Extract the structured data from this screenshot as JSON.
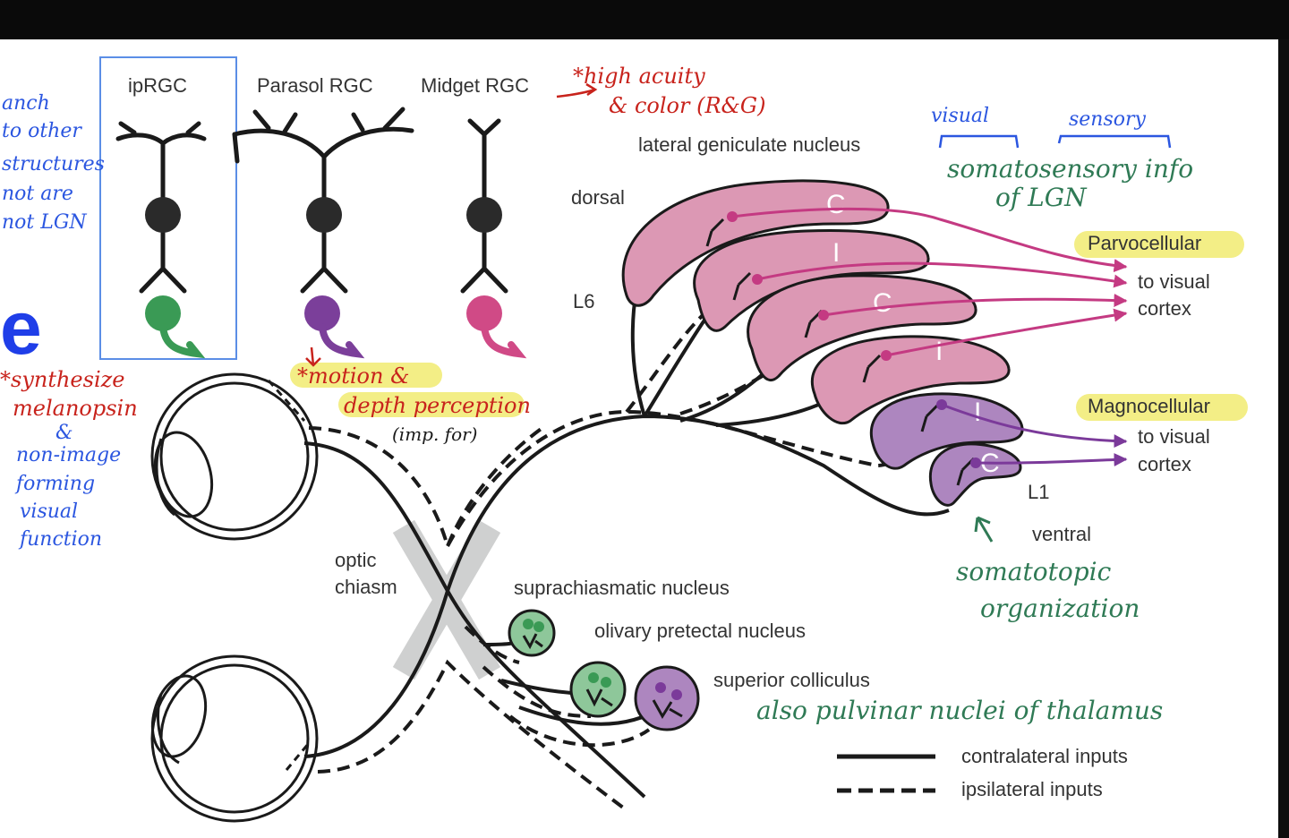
{
  "cells": {
    "iprgc": "ipRGC",
    "parasol": "Parasol RGC",
    "midget": "Midget RGC"
  },
  "notes": {
    "branch": [
      "anch",
      "to other",
      "structures",
      "not are",
      "not LGN"
    ],
    "big_letter": "e",
    "synthesize": [
      "*synthesize",
      "melanopsin",
      "&",
      "non-image",
      "forming",
      "visual",
      "function"
    ],
    "acuity": [
      "*high acuity",
      "& color (R&G)"
    ],
    "motion": [
      "*motion &",
      "depth perception",
      "(imp. for)"
    ],
    "visual": "visual",
    "sensory": "sensory",
    "somatosensory": [
      "somatosensory info",
      "of LGN"
    ],
    "somatotopic": [
      "somatotopic",
      "organization"
    ],
    "pulvinar": "also pulvinar nuclei of thalamus"
  },
  "labels": {
    "lgn": "lateral geniculate nucleus",
    "dorsal": "dorsal",
    "l6": "L6",
    "l1": "L1",
    "ventral": "ventral",
    "optic_chiasm": [
      "optic",
      "chiasm"
    ],
    "scn": "suprachiasmatic nucleus",
    "opn": "olivary pretectal nucleus",
    "sc": "superior colliculus",
    "parvo": "Parvocellular",
    "magno": "Magnocellular",
    "to_visual_cortex": [
      "to visual",
      "cortex"
    ]
  },
  "layers": [
    "C",
    "I",
    "C",
    "I",
    "I",
    "C"
  ],
  "legend": {
    "solid": "contralateral inputs",
    "dashed": "ipsilateral inputs"
  },
  "colors": {
    "iprgc": "#3a9a55",
    "parasol": "#7b3f9a",
    "midget": "#d04a86",
    "parvo_fill": "#dc98b4",
    "magno_fill": "#ad86bf",
    "highlight": "#f3ee86"
  }
}
